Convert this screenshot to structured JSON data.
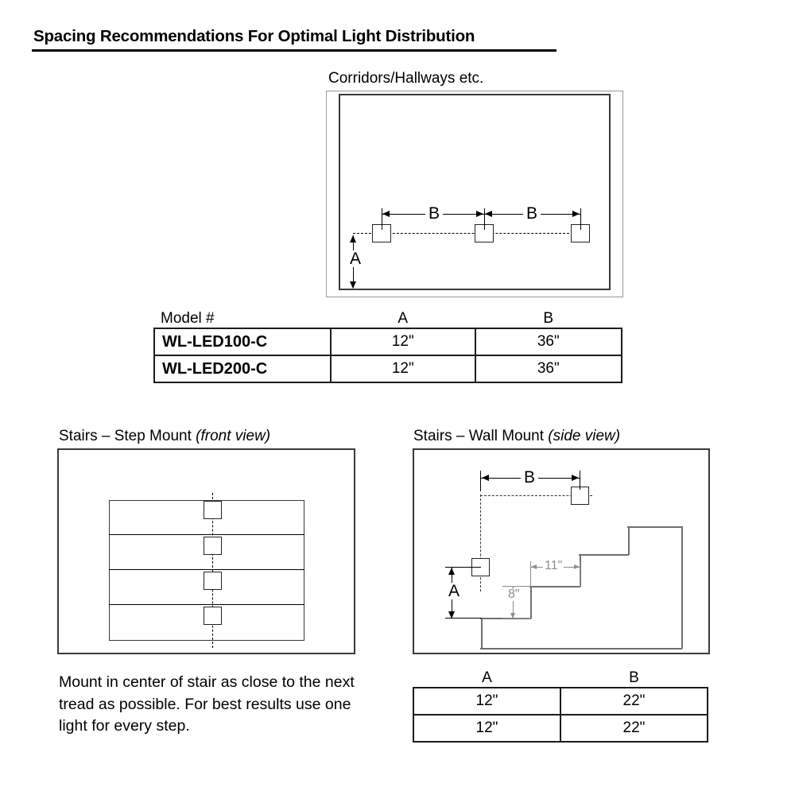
{
  "page": {
    "title": "Spacing Recommendations For Optimal Light Distribution"
  },
  "corridor": {
    "title": "Corridors/Hallways etc.",
    "dimension_labels": {
      "vertical": "A",
      "horizontal_left": "B",
      "horizontal_right": "B"
    },
    "fixture_count": 3
  },
  "corridor_table": {
    "headers": [
      "Model #",
      "A",
      "B"
    ],
    "rows": [
      {
        "model": "WL-LED100-C",
        "a": "12\"",
        "b": "36\""
      },
      {
        "model": "WL-LED200-C",
        "a": "12\"",
        "b": "36\""
      }
    ]
  },
  "step_mount": {
    "title_main": "Stairs – Step Mount ",
    "title_italic": "(front view)",
    "tread_count": 4,
    "fixture_count": 4,
    "note": "Mount in center of stair as close to the next tread as possible. For best results use one light for every step."
  },
  "wall_mount": {
    "title_main": "Stairs – Wall Mount ",
    "title_italic": "(side view)",
    "dimension_labels": {
      "vertical": "A",
      "horizontal": "B"
    },
    "tread_depth": "11\"",
    "riser_height": "8\"",
    "fixture_count": 2
  },
  "wall_mount_table": {
    "headers": [
      "A",
      "B"
    ],
    "rows": [
      {
        "a": "12\"",
        "b": "22\""
      },
      {
        "a": "12\"",
        "b": "22\""
      }
    ]
  },
  "colors": {
    "ink": "#000000",
    "frame_gray": "#9a9a9a",
    "stair_gray": "#6f6f6f",
    "annotation_gray": "#8d8d8d"
  }
}
